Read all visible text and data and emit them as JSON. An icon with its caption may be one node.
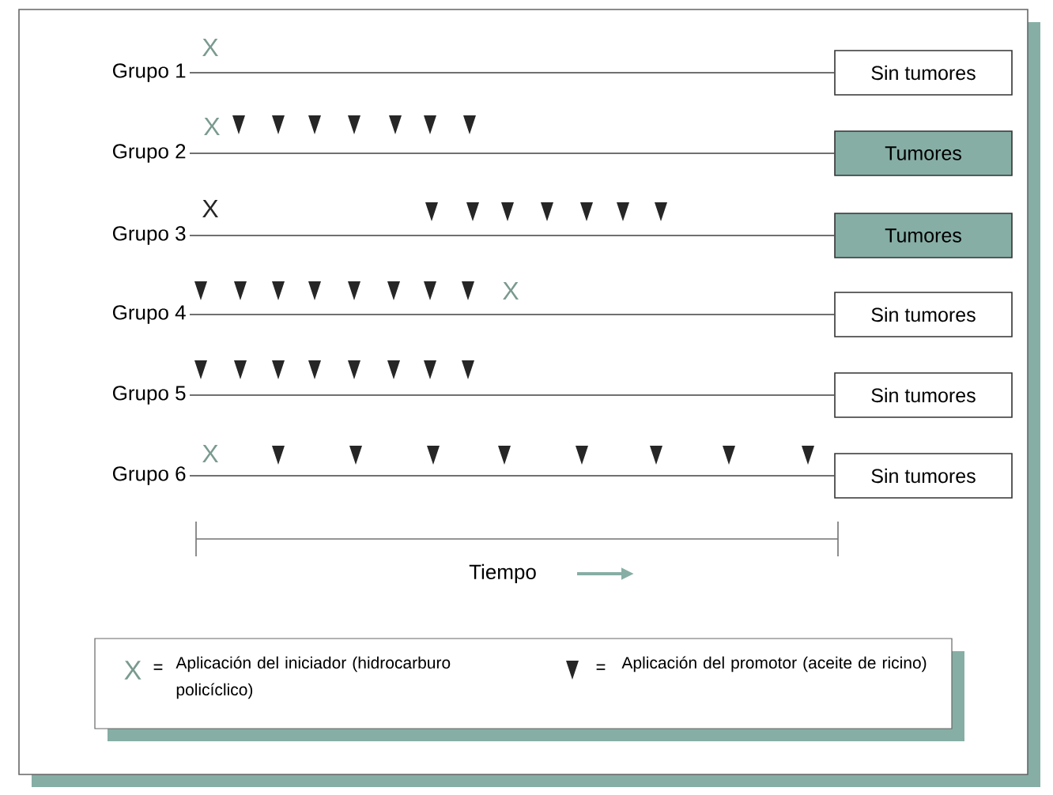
{
  "diagram": {
    "nodes": [
      {
        "text": [
          "Grupo 1"
        ]
      },
      {
        "text": [
          "Sin tumores"
        ]
      },
      {
        "text": [
          "Grupo 2"
        ]
      },
      {
        "text": [
          "Tumores"
        ]
      },
      {
        "text": [
          "Grupo 3"
        ]
      },
      {
        "text": [
          "Tumores"
        ]
      },
      {
        "text": [
          "Grupo 4"
        ]
      },
      {
        "text": [
          "Sin tumores"
        ]
      },
      {
        "text": [
          "Grupo 5"
        ]
      },
      {
        "text": [
          "Sin tumores"
        ]
      },
      {
        "text": [
          "Grupo 6"
        ]
      },
      {
        "text": [
          "Sin tumores"
        ]
      }
    ],
    "edges": [
      {
        "from": 0,
        "to": 1,
        "arrow": "none"
      },
      {
        "from": 2,
        "to": 3,
        "arrow": "none"
      },
      {
        "from": 4,
        "to": 5,
        "arrow": "none"
      },
      {
        "from": 6,
        "to": 7,
        "arrow": "none"
      },
      {
        "from": 8,
        "to": 9,
        "arrow": "none"
      },
      {
        "from": 10,
        "to": 11,
        "arrow": "none"
      }
    ],
    "labels": [
      "X",
      "X",
      "X",
      "X",
      "X",
      "Tiempo",
      "X",
      "=",
      "="
    ],
    "legend": [
      {
        "text": "Aplicación del iniciador (hidrocarburo policíclico)"
      },
      {
        "text": "Aplicación del promotor (aceite de ricino)"
      }
    ]
  }
}
